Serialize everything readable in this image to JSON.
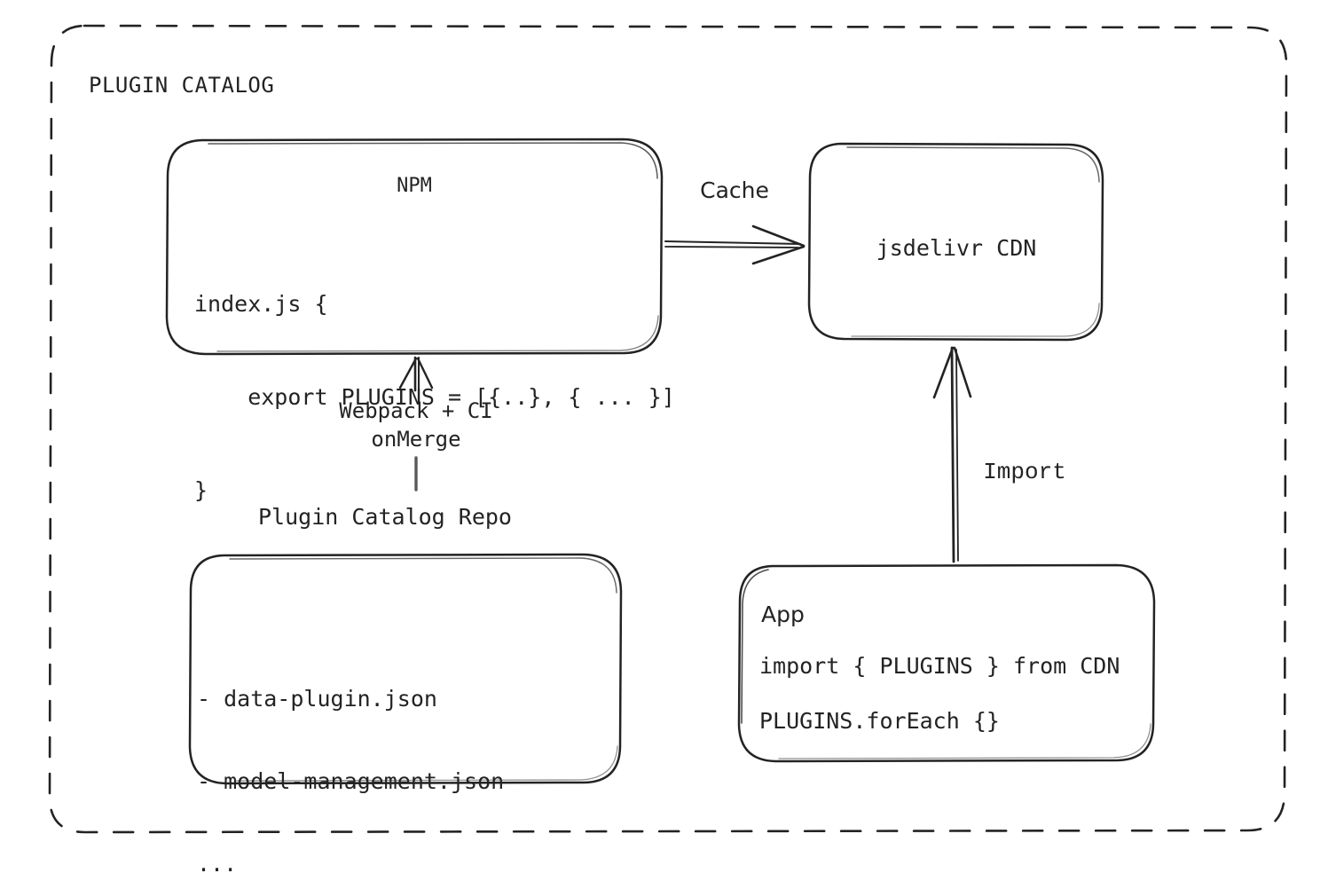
{
  "diagram": {
    "title": "PLUGIN CATALOG",
    "colors": {
      "stroke": "#232323",
      "text": "#232323",
      "background": "#ffffff"
    },
    "nodes": {
      "npm": {
        "title": "NPM",
        "code_lines": [
          "index.js {",
          "    export PLUGINS = [{..}, { ... }]",
          "}"
        ]
      },
      "cdn": {
        "title": "jsdelivr CDN"
      },
      "repo": {
        "caption": "Plugin Catalog Repo",
        "lines": [
          "- data-plugin.json",
          "- model-management.json",
          "..."
        ]
      },
      "app": {
        "title": "App",
        "lines": [
          "import { PLUGINS } from CDN",
          "PLUGINS.forEach {}"
        ]
      }
    },
    "edges": {
      "cache": {
        "label": "Cache",
        "from": "npm",
        "to": "cdn"
      },
      "build": {
        "label_line1": "Webpack + CI",
        "label_line2": "onMerge",
        "from": "repo",
        "to": "npm"
      },
      "import": {
        "label": "Import",
        "from": "app",
        "to": "cdn"
      }
    }
  }
}
